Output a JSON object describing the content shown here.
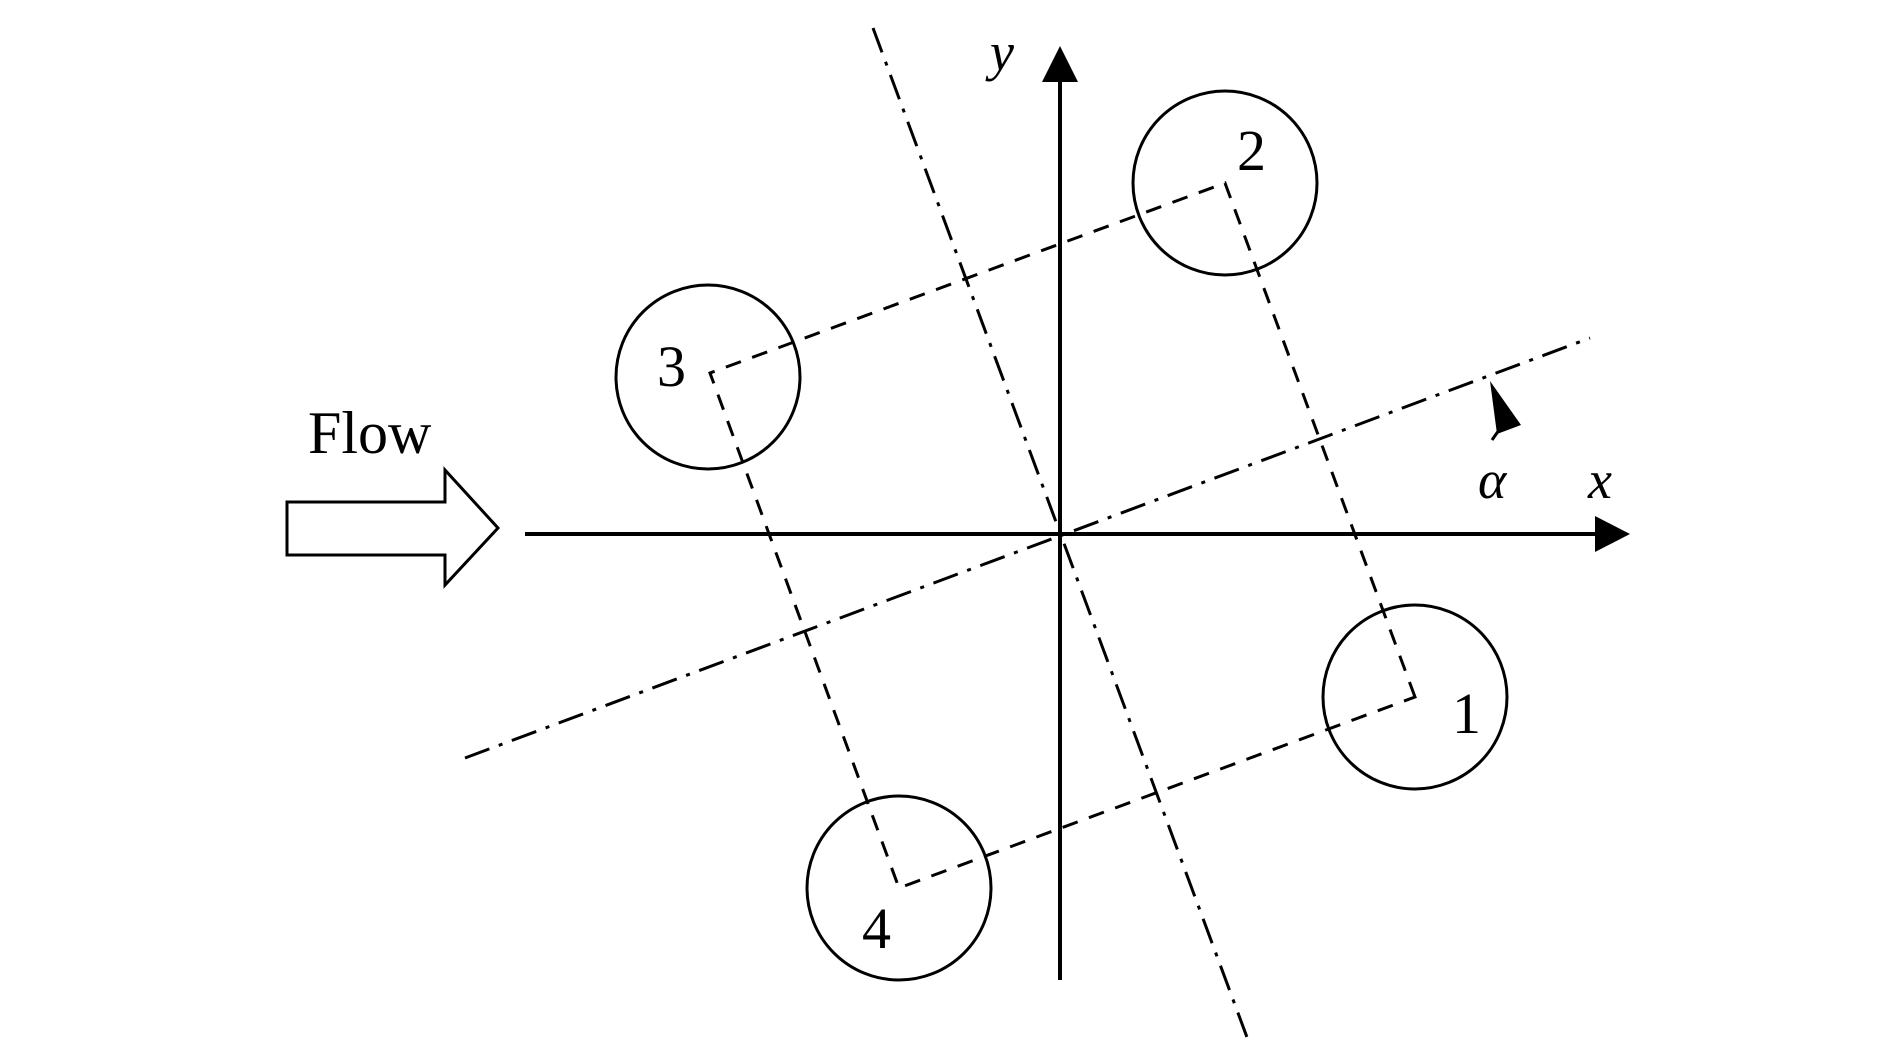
{
  "flow_label": "Flow",
  "axes": {
    "x_label": "x",
    "y_label": "y",
    "angle_label": "α"
  },
  "cylinders": [
    {
      "label": "1"
    },
    {
      "label": "2"
    },
    {
      "label": "3"
    },
    {
      "label": "4"
    }
  ],
  "colors": {
    "stroke": "#000000",
    "background": "#ffffff"
  }
}
